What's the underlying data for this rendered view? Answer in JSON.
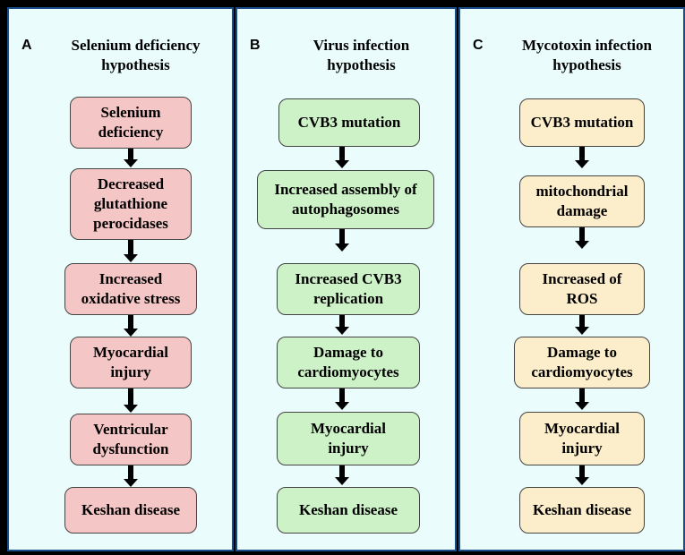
{
  "panels": [
    {
      "letter": "A",
      "title": "Selenium deficiency\nhypothesis",
      "color": "#f5c6c6",
      "boxes": [
        "Selenium\ndeficiency",
        "Decreased\nglutathione\nperocidases",
        "Increased\noxidative stress",
        "Myocardial\ninjury",
        "Ventricular\ndysfunction",
        "Keshan disease"
      ]
    },
    {
      "letter": "B",
      "title": "Virus infection\nhypothesis",
      "color": "#cdf2c7",
      "boxes": [
        "CVB3 mutation",
        "Increased assembly of\nautophagosomes",
        "Increased CVB3\nreplication",
        "Damage to\ncardiomyocytes",
        "Myocardial\ninjury",
        "Keshan disease"
      ]
    },
    {
      "letter": "C",
      "title": "Mycotoxin infection\nhypothesis",
      "color": "#fdeecb",
      "boxes": [
        "CVB3 mutation",
        "mitochondrial\ndamage",
        "Increased of\nROS",
        "Damage to\ncardiomyocytes",
        "Myocardial\ninjury",
        "Keshan disease"
      ]
    }
  ]
}
